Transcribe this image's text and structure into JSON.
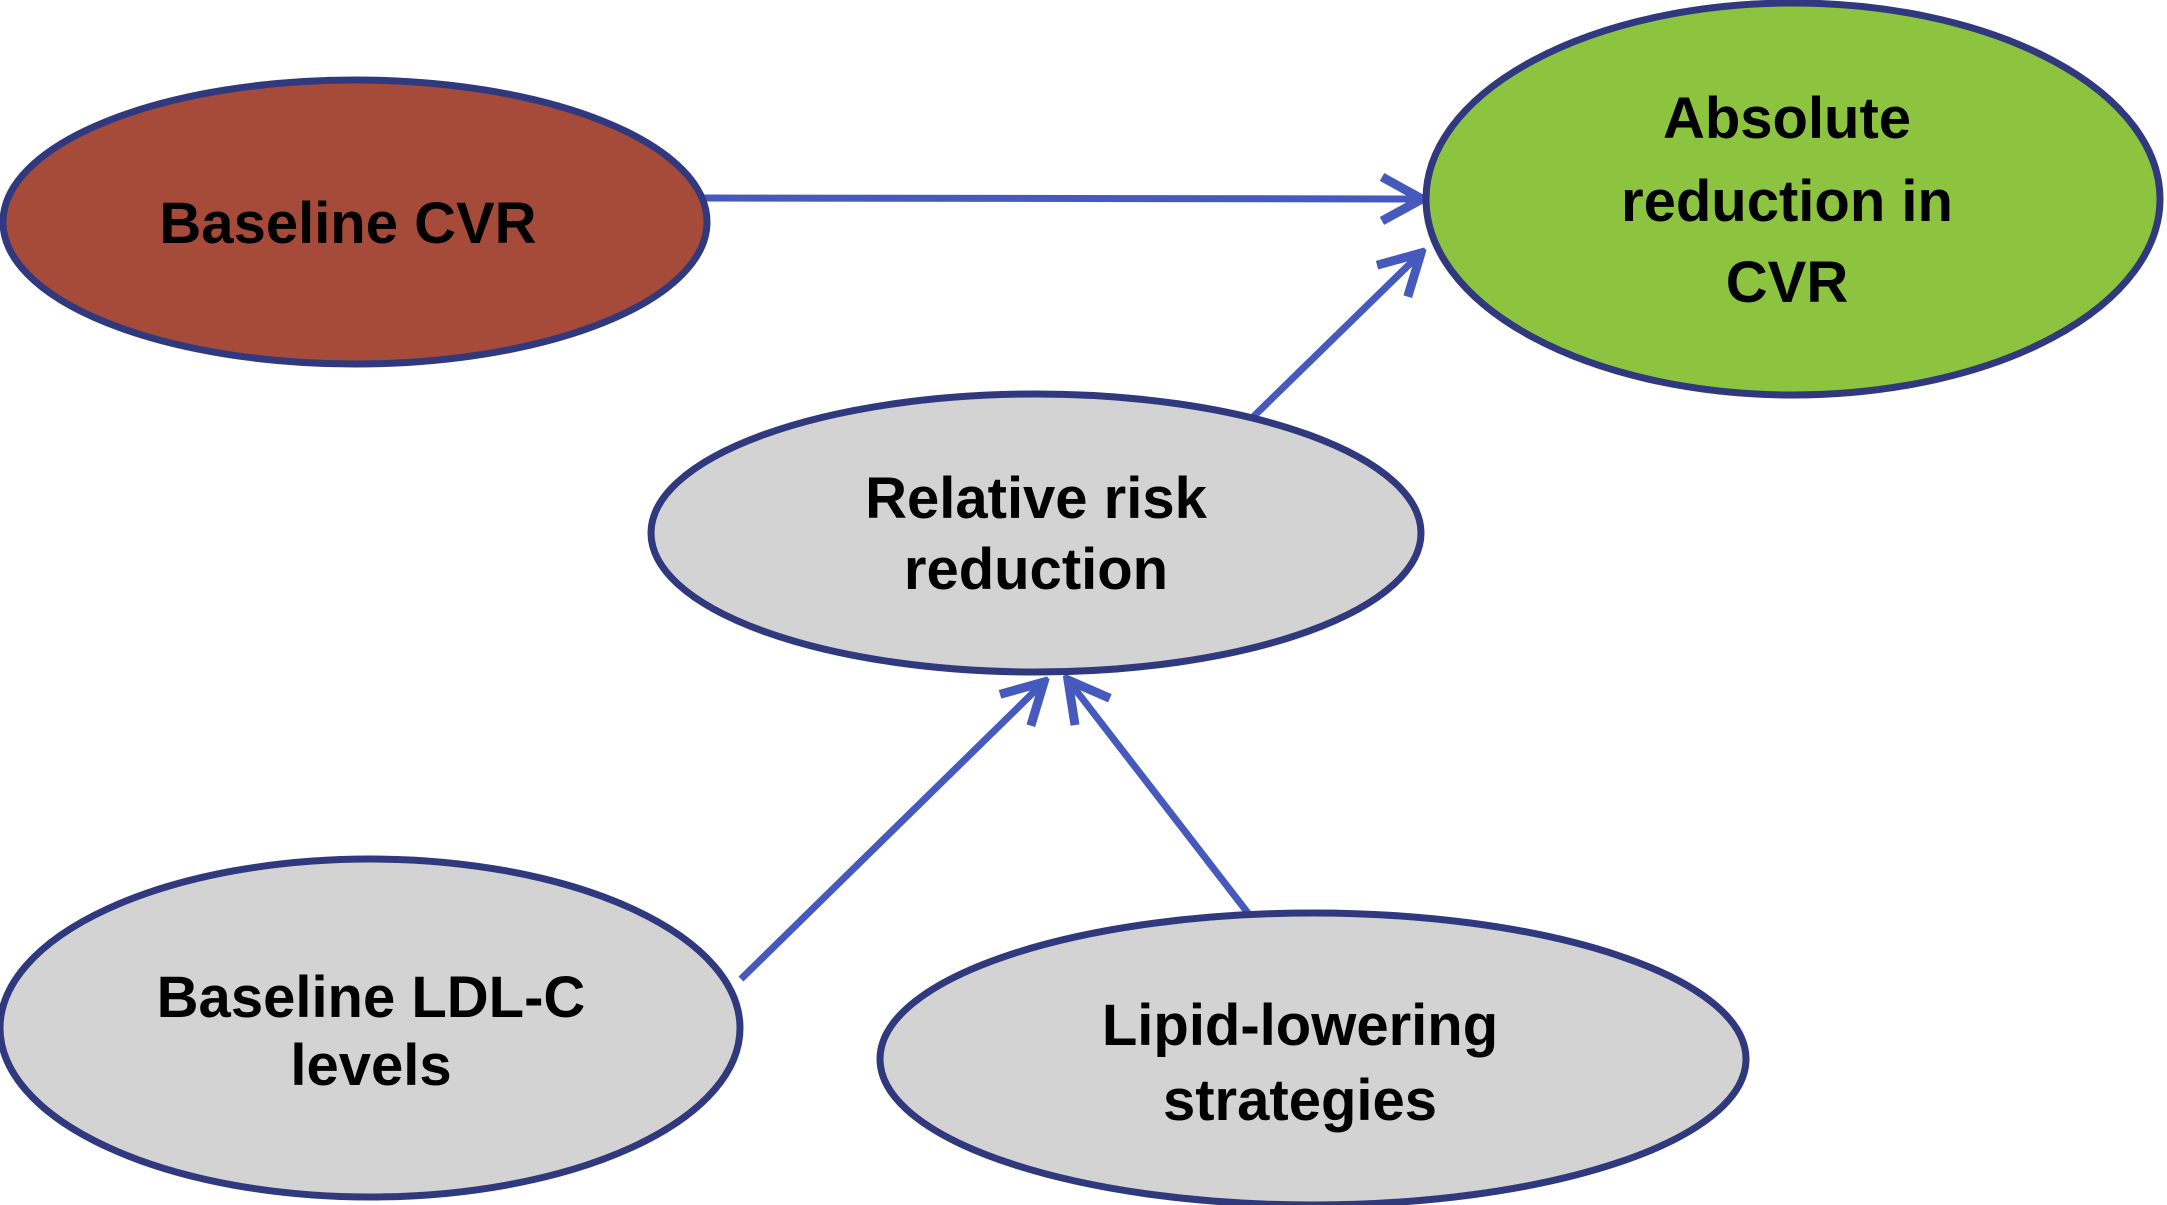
{
  "diagram": {
    "title": "",
    "nodes": [
      {
        "id": "baseline-cvr",
        "lines": [
          "Baseline CVR"
        ],
        "fill": "#A64B39"
      },
      {
        "id": "absolute-reduction-in-cvr",
        "lines": [
          "Absolute",
          "reduction in",
          "CVR"
        ],
        "fill": "#8CC43F"
      },
      {
        "id": "relative-risk-reduction",
        "lines": [
          "Relative risk",
          "reduction"
        ],
        "fill": "#D3D3D3"
      },
      {
        "id": "baseline-ldl-c-levels",
        "lines": [
          "Baseline LDL-C",
          "levels"
        ],
        "fill": "#D3D3D3"
      },
      {
        "id": "lipid-lowering-strategies",
        "lines": [
          "Lipid-lowering",
          "strategies"
        ],
        "fill": "#D3D3D3"
      }
    ],
    "edges": [
      {
        "from": "baseline-cvr",
        "to": "absolute-reduction-in-cvr"
      },
      {
        "from": "relative-risk-reduction",
        "to": "absolute-reduction-in-cvr"
      },
      {
        "from": "baseline-ldl-c-levels",
        "to": "relative-risk-reduction"
      },
      {
        "from": "lipid-lowering-strategies",
        "to": "relative-risk-reduction"
      }
    ],
    "colors": {
      "node_border": "#31397E",
      "arrow": "#4659BD",
      "text": "#000000",
      "background": "#FFFFFF"
    }
  }
}
